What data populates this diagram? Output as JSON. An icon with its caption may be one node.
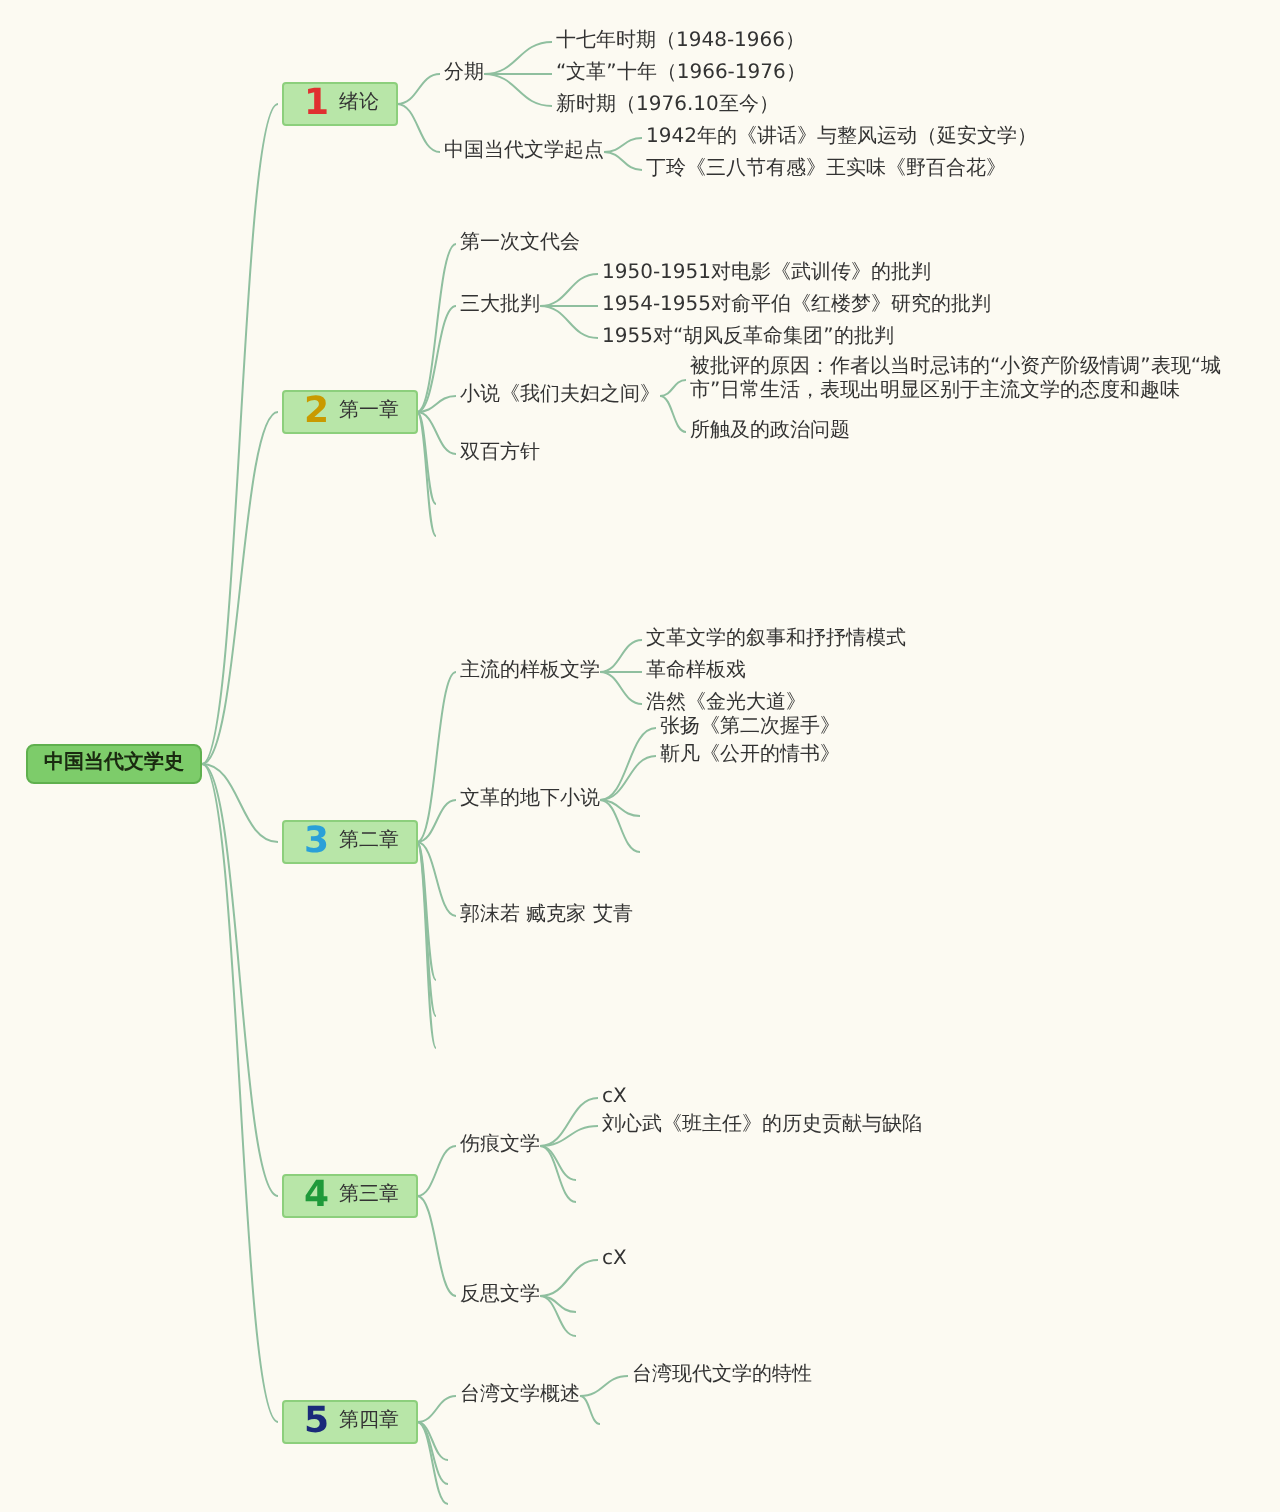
{
  "diagram": {
    "nodes": [
      {
        "text": [
          "中国当代文学史"
        ]
      },
      {
        "text": [
          "1",
          "绪论"
        ]
      },
      {
        "text": [
          "分期"
        ]
      },
      {
        "text": [
          "十七年时期（1948-1966）"
        ]
      },
      {
        "text": [
          "“文革”十年（1966-1976）"
        ]
      },
      {
        "text": [
          "新时期（1976.10至今）"
        ]
      },
      {
        "text": [
          "中国当代文学起点"
        ]
      },
      {
        "text": [
          "1942年的《讲话》与整风运动（延安文学）"
        ]
      },
      {
        "text": [
          "丁玲《三八节有感》王实味《野百合花》"
        ]
      },
      {
        "text": [
          "2",
          "第一章"
        ]
      },
      {
        "text": [
          "第一次文代会"
        ]
      },
      {
        "text": [
          "三大批判"
        ]
      },
      {
        "text": [
          "1950-1951对电影《武训传》的批判"
        ]
      },
      {
        "text": [
          "1954-1955对俞平伯《红楼梦》研究的批判"
        ]
      },
      {
        "text": [
          "1955对“胡风反革命集团”的批判"
        ]
      },
      {
        "text": [
          "小说《我们夫妇之间》"
        ]
      },
      {
        "text": [
          "被批评的原因：作者以当时忌讳的“小资产阶级情调”表现“城市”日常生活，表现出明显区别于主流文学的态度和趣味"
        ]
      },
      {
        "text": [
          "所触及的政治问题"
        ]
      },
      {
        "text": [
          "双百方针"
        ]
      },
      {
        "text": [
          "3",
          "第二章"
        ]
      },
      {
        "text": [
          "主流的样板文学"
        ]
      },
      {
        "text": [
          "文革文学的叙事和抒抒情模式"
        ]
      },
      {
        "text": [
          "革命样板戏"
        ]
      },
      {
        "text": [
          "浩然《金光大道》"
        ]
      },
      {
        "text": [
          "文革的地下小说"
        ]
      },
      {
        "text": [
          "张扬《第二次握手》"
        ]
      },
      {
        "text": [
          "靳凡《公开的情书》"
        ]
      },
      {
        "text": [
          "郭沫若 臧克家 艾青"
        ]
      },
      {
        "text": [
          "4",
          "第三章"
        ]
      },
      {
        "text": [
          "伤痕文学"
        ]
      },
      {
        "text": [
          "cX"
        ]
      },
      {
        "text": [
          "刘心武《班主任》的历史贡献与缺陷"
        ]
      },
      {
        "text": [
          "反思文学"
        ]
      },
      {
        "text": [
          "cX"
        ]
      },
      {
        "text": [
          "5",
          "第四章"
        ]
      },
      {
        "text": [
          "台湾文学概述"
        ]
      },
      {
        "text": [
          "台湾现代文学的特性"
        ]
      }
    ],
    "edges": [
      {
        "from": 0,
        "to": 1,
        "arrow": "none"
      },
      {
        "from": 0,
        "to": 9,
        "arrow": "none"
      },
      {
        "from": 0,
        "to": 19,
        "arrow": "none"
      },
      {
        "from": 0,
        "to": 28,
        "arrow": "none"
      },
      {
        "from": 0,
        "to": 34,
        "arrow": "none"
      },
      {
        "from": 1,
        "to": 2,
        "arrow": "none"
      },
      {
        "from": 2,
        "to": 3,
        "arrow": "none"
      },
      {
        "from": 2,
        "to": 4,
        "arrow": "none"
      },
      {
        "from": 2,
        "to": 5,
        "arrow": "none"
      },
      {
        "from": 1,
        "to": 6,
        "arrow": "none"
      },
      {
        "from": 6,
        "to": 7,
        "arrow": "none"
      },
      {
        "from": 6,
        "to": 8,
        "arrow": "none"
      },
      {
        "from": 9,
        "to": 10,
        "arrow": "none"
      },
      {
        "from": 9,
        "to": 11,
        "arrow": "none"
      },
      {
        "from": 11,
        "to": 12,
        "arrow": "none"
      },
      {
        "from": 11,
        "to": 13,
        "arrow": "none"
      },
      {
        "from": 11,
        "to": 14,
        "arrow": "none"
      },
      {
        "from": 9,
        "to": 15,
        "arrow": "none"
      },
      {
        "from": 15,
        "to": 16,
        "arrow": "none"
      },
      {
        "from": 15,
        "to": 17,
        "arrow": "none"
      },
      {
        "from": 9,
        "to": 18,
        "arrow": "none"
      },
      {
        "from": 9,
        "to": null,
        "arrow": "none"
      },
      {
        "from": 9,
        "to": null,
        "arrow": "none"
      },
      {
        "from": 19,
        "to": 20,
        "arrow": "none"
      },
      {
        "from": 20,
        "to": 21,
        "arrow": "none"
      },
      {
        "from": 20,
        "to": 22,
        "arrow": "none"
      },
      {
        "from": 20,
        "to": 23,
        "arrow": "none"
      },
      {
        "from": 19,
        "to": 24,
        "arrow": "none"
      },
      {
        "from": 24,
        "to": 25,
        "arrow": "none"
      },
      {
        "from": 24,
        "to": 26,
        "arrow": "none"
      },
      {
        "from": 24,
        "to": null,
        "arrow": "none"
      },
      {
        "from": 24,
        "to": null,
        "arrow": "none"
      },
      {
        "from": 19,
        "to": 27,
        "arrow": "none"
      },
      {
        "from": 19,
        "to": null,
        "arrow": "none"
      },
      {
        "from": 19,
        "to": null,
        "arrow": "none"
      },
      {
        "from": 19,
        "to": null,
        "arrow": "none"
      },
      {
        "from": 28,
        "to": 29,
        "arrow": "none"
      },
      {
        "from": 29,
        "to": 30,
        "arrow": "none"
      },
      {
        "from": 29,
        "to": 31,
        "arrow": "none"
      },
      {
        "from": 29,
        "to": null,
        "arrow": "none"
      },
      {
        "from": 29,
        "to": null,
        "arrow": "none"
      },
      {
        "from": 28,
        "to": 32,
        "arrow": "none"
      },
      {
        "from": 32,
        "to": 33,
        "arrow": "none"
      },
      {
        "from": 32,
        "to": null,
        "arrow": "none"
      },
      {
        "from": 32,
        "to": null,
        "arrow": "none"
      },
      {
        "from": 34,
        "to": 35,
        "arrow": "none"
      },
      {
        "from": 35,
        "to": 36,
        "arrow": "none"
      },
      {
        "from": 35,
        "to": null,
        "arrow": "none"
      },
      {
        "from": 34,
        "to": null,
        "arrow": "none"
      },
      {
        "from": 34,
        "to": null,
        "arrow": "none"
      },
      {
        "from": 34,
        "to": null,
        "arrow": "none"
      }
    ]
  }
}
